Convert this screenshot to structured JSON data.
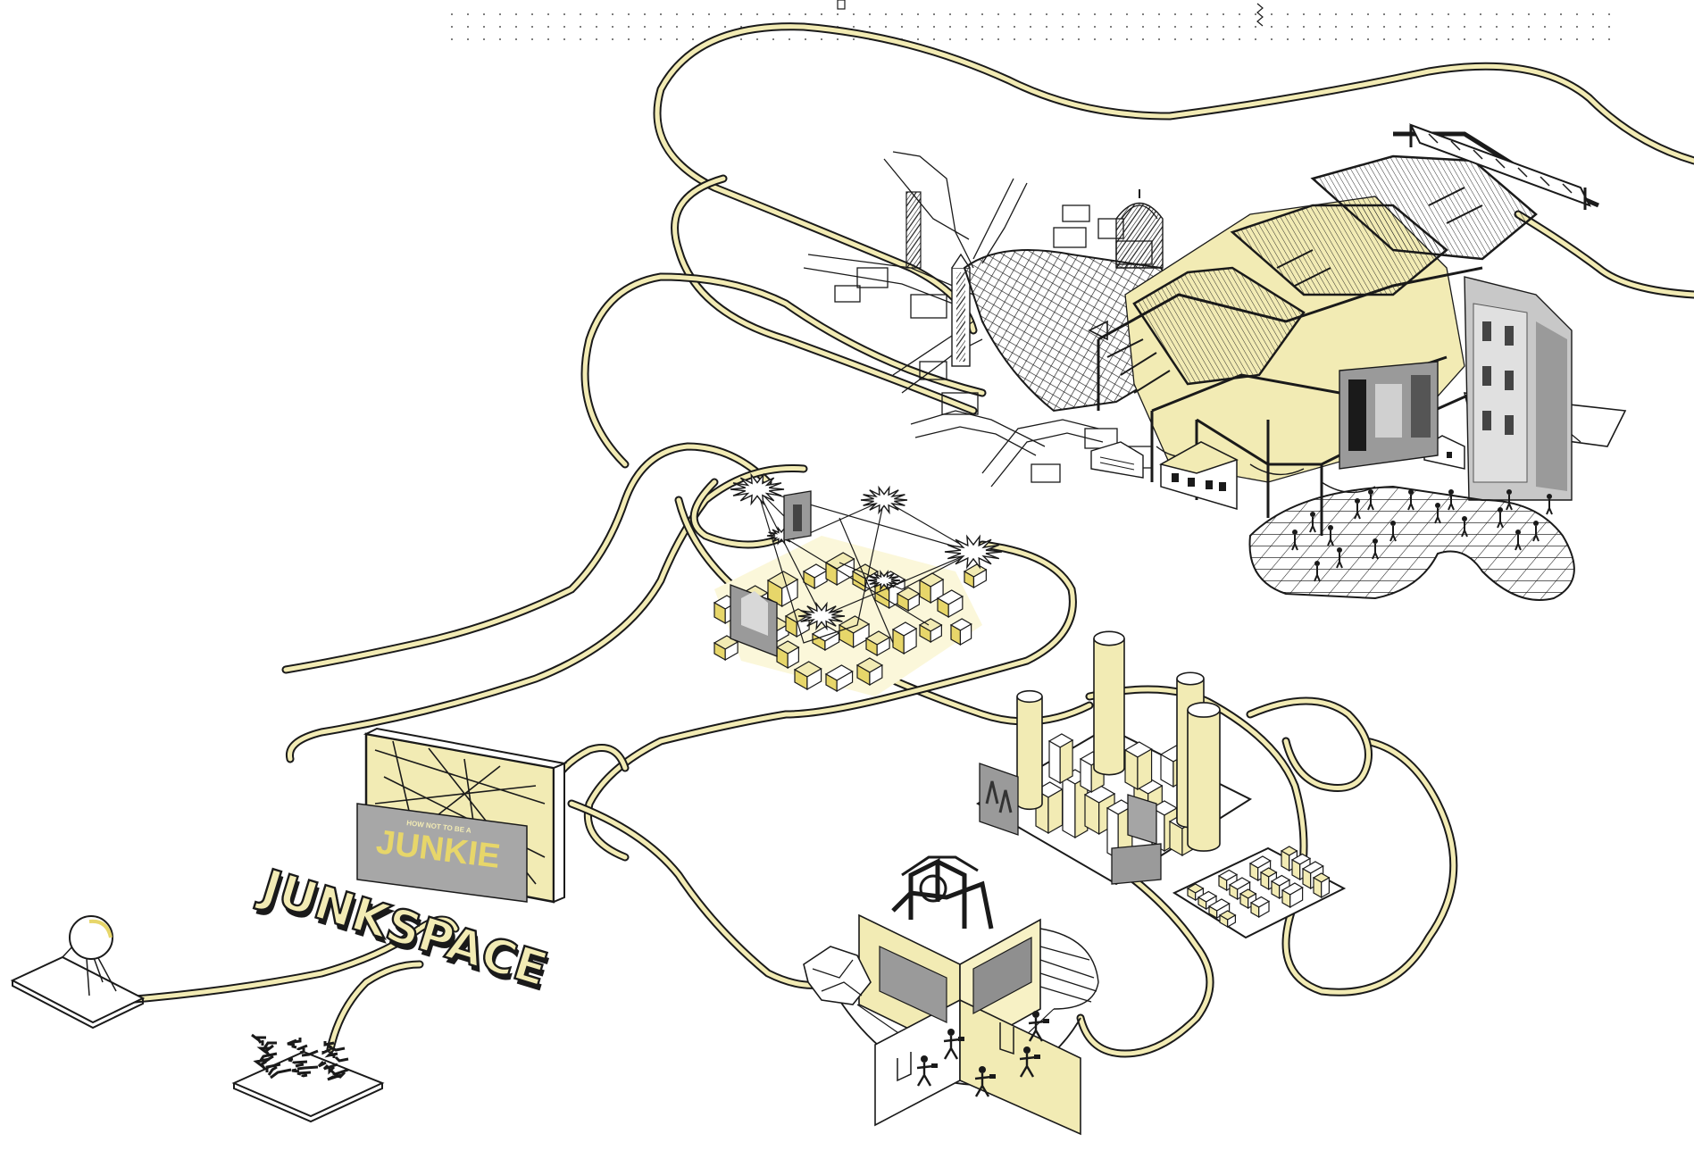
{
  "diagram": {
    "labels": {
      "junkspace": "JUNKSPACE",
      "poster_title": "JUNKIE",
      "poster_caption": "HOW NOT TO BE A"
    }
  },
  "colors": {
    "ink": "#1a1a1a",
    "yellow": "#f2ebb4",
    "yellow_strong": "#e7d66a",
    "olive": "#b3a23d",
    "poster_grey": "#a7a7a7",
    "photo_grey": "#9a9a9a"
  }
}
